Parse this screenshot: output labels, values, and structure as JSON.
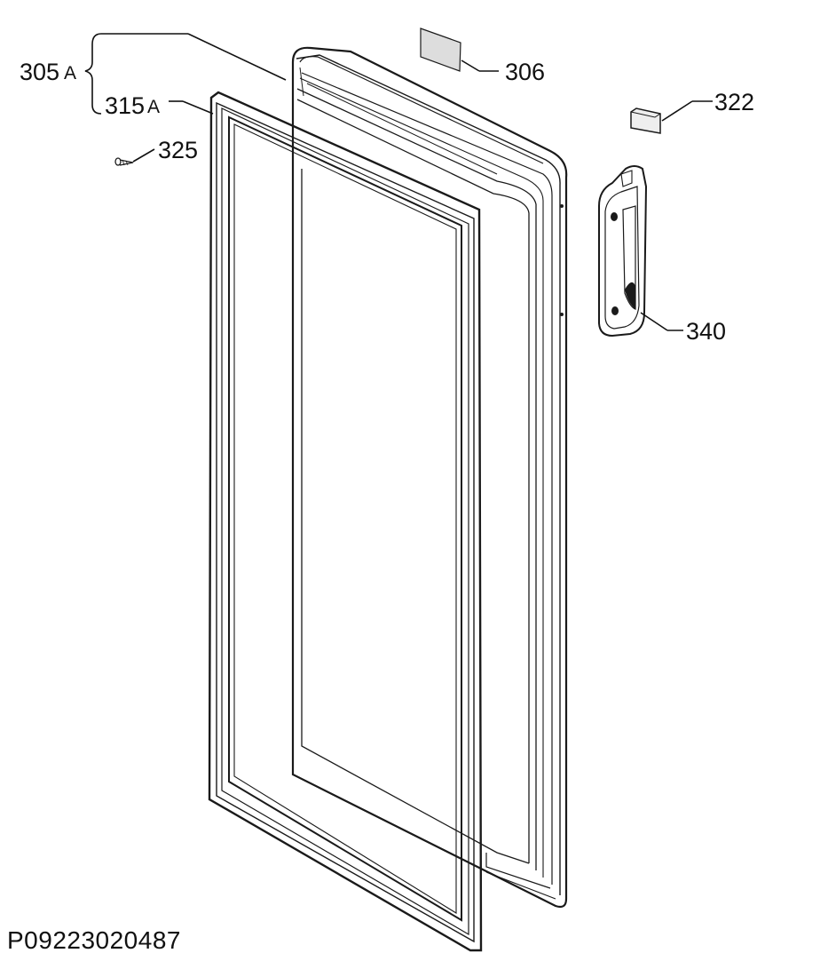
{
  "parts": {
    "door_assembly": {
      "label_main": "305",
      "label_suffix": "A"
    },
    "door_gasket": {
      "label_main": "315",
      "label_suffix": "A"
    },
    "label_plate": {
      "label": "306"
    },
    "end_cap": {
      "label": "322"
    },
    "screw": {
      "label": "325"
    },
    "handle": {
      "label": "340"
    }
  },
  "footer": {
    "drawing_code": "P09223020487"
  },
  "colors": {
    "line": "#1a1a1a",
    "plate_fill": "#dddddd",
    "background": "#ffffff"
  }
}
